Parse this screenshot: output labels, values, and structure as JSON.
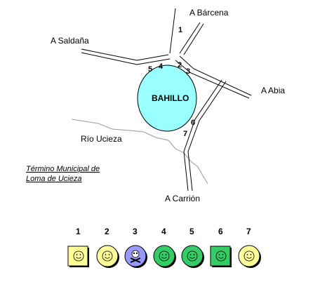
{
  "map": {
    "town": "BAHILLO",
    "roads": {
      "barcena": "A  Bárcena",
      "saldana": "A  Saldaña",
      "abia": "A  Abia",
      "carrion": "A  Carrión"
    },
    "river": "Río Ucieza",
    "municipality": [
      "Término Municipal de",
      "Loma de Ucieza"
    ],
    "points": [
      "1",
      "2",
      "3",
      "4",
      "5",
      "6",
      "7"
    ]
  },
  "legend": {
    "items": [
      {
        "number": "1",
        "shape": "square",
        "color": "#ffff99",
        "icon": "smiley-icon"
      },
      {
        "number": "2",
        "shape": "circle",
        "color": "#ffff99",
        "icon": "smiley-icon"
      },
      {
        "number": "3",
        "shape": "circle",
        "color": "#9999ff",
        "icon": "skull-crossbones-icon"
      },
      {
        "number": "4",
        "shape": "circle",
        "color": "#33cc66",
        "icon": "smiley-icon"
      },
      {
        "number": "5",
        "shape": "circle",
        "color": "#33cc66",
        "icon": "smiley-icon"
      },
      {
        "number": "6",
        "shape": "square",
        "color": "#33cc66",
        "icon": "smiley-icon"
      },
      {
        "number": "7",
        "shape": "circle",
        "color": "#ffff99",
        "icon": "smiley-icon"
      }
    ]
  },
  "colors": {
    "town_fill": "#99ffff",
    "river": "#999999",
    "road": "#000000"
  }
}
